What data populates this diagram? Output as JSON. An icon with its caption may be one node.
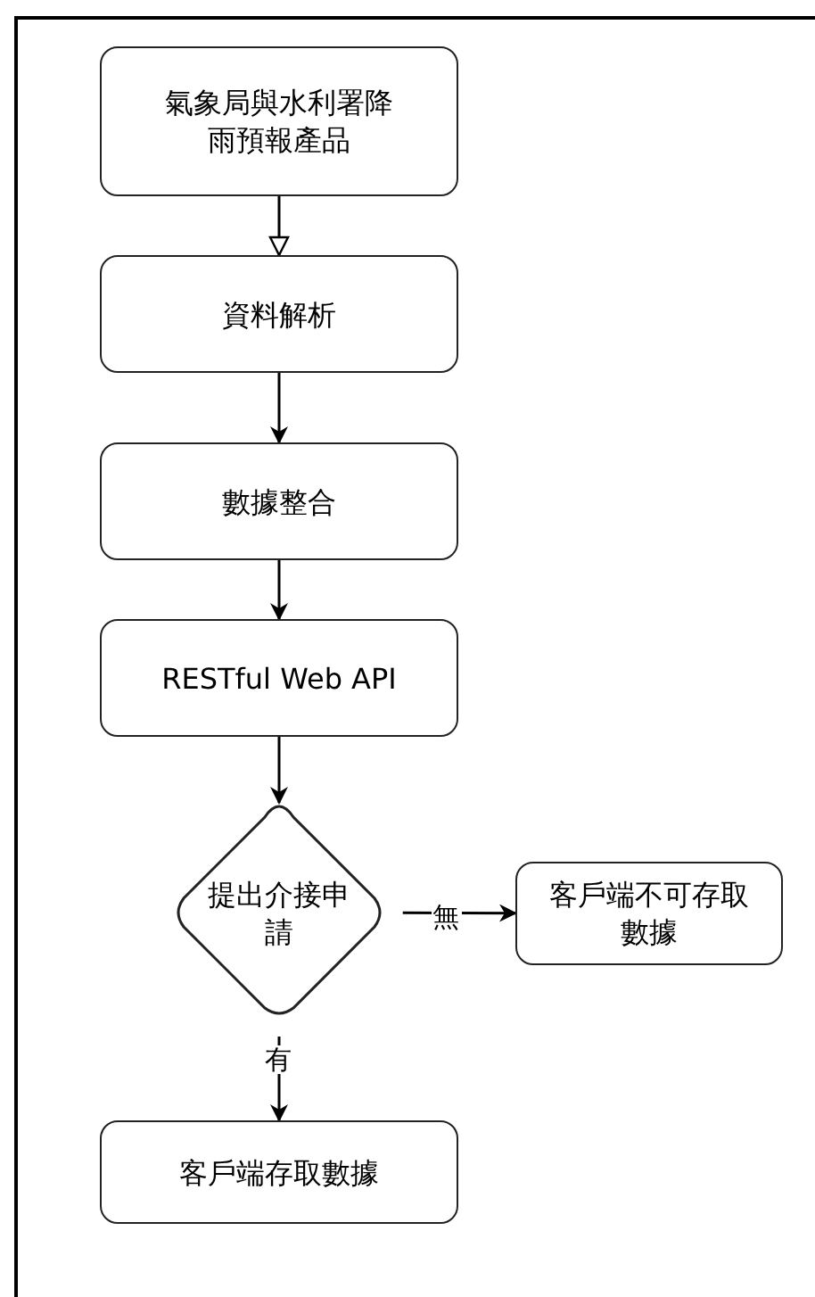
{
  "diagram": {
    "nodes": [
      {
        "text": [
          "氣象局與水利署降雨預報產品"
        ]
      },
      {
        "text": [
          "資料解析"
        ]
      },
      {
        "text": [
          "數據整合"
        ]
      },
      {
        "text": [
          "RESTful Web API"
        ]
      },
      {
        "text": [
          "提出介接申請"
        ]
      },
      {
        "text": [
          "客戶端不可存取數據"
        ]
      },
      {
        "text": [
          "客戶端存取數據"
        ]
      }
    ],
    "edges": [
      {
        "from": 0,
        "to": 1,
        "arrow": "to"
      },
      {
        "from": 1,
        "to": 2,
        "arrow": "to"
      },
      {
        "from": 2,
        "to": 3,
        "arrow": "to"
      },
      {
        "from": 3,
        "to": 4,
        "arrow": "to"
      },
      {
        "from": 4,
        "to": 5,
        "arrow": "to",
        "label": "無"
      },
      {
        "from": 4,
        "to": 6,
        "arrow": "to",
        "label": "有"
      }
    ]
  }
}
